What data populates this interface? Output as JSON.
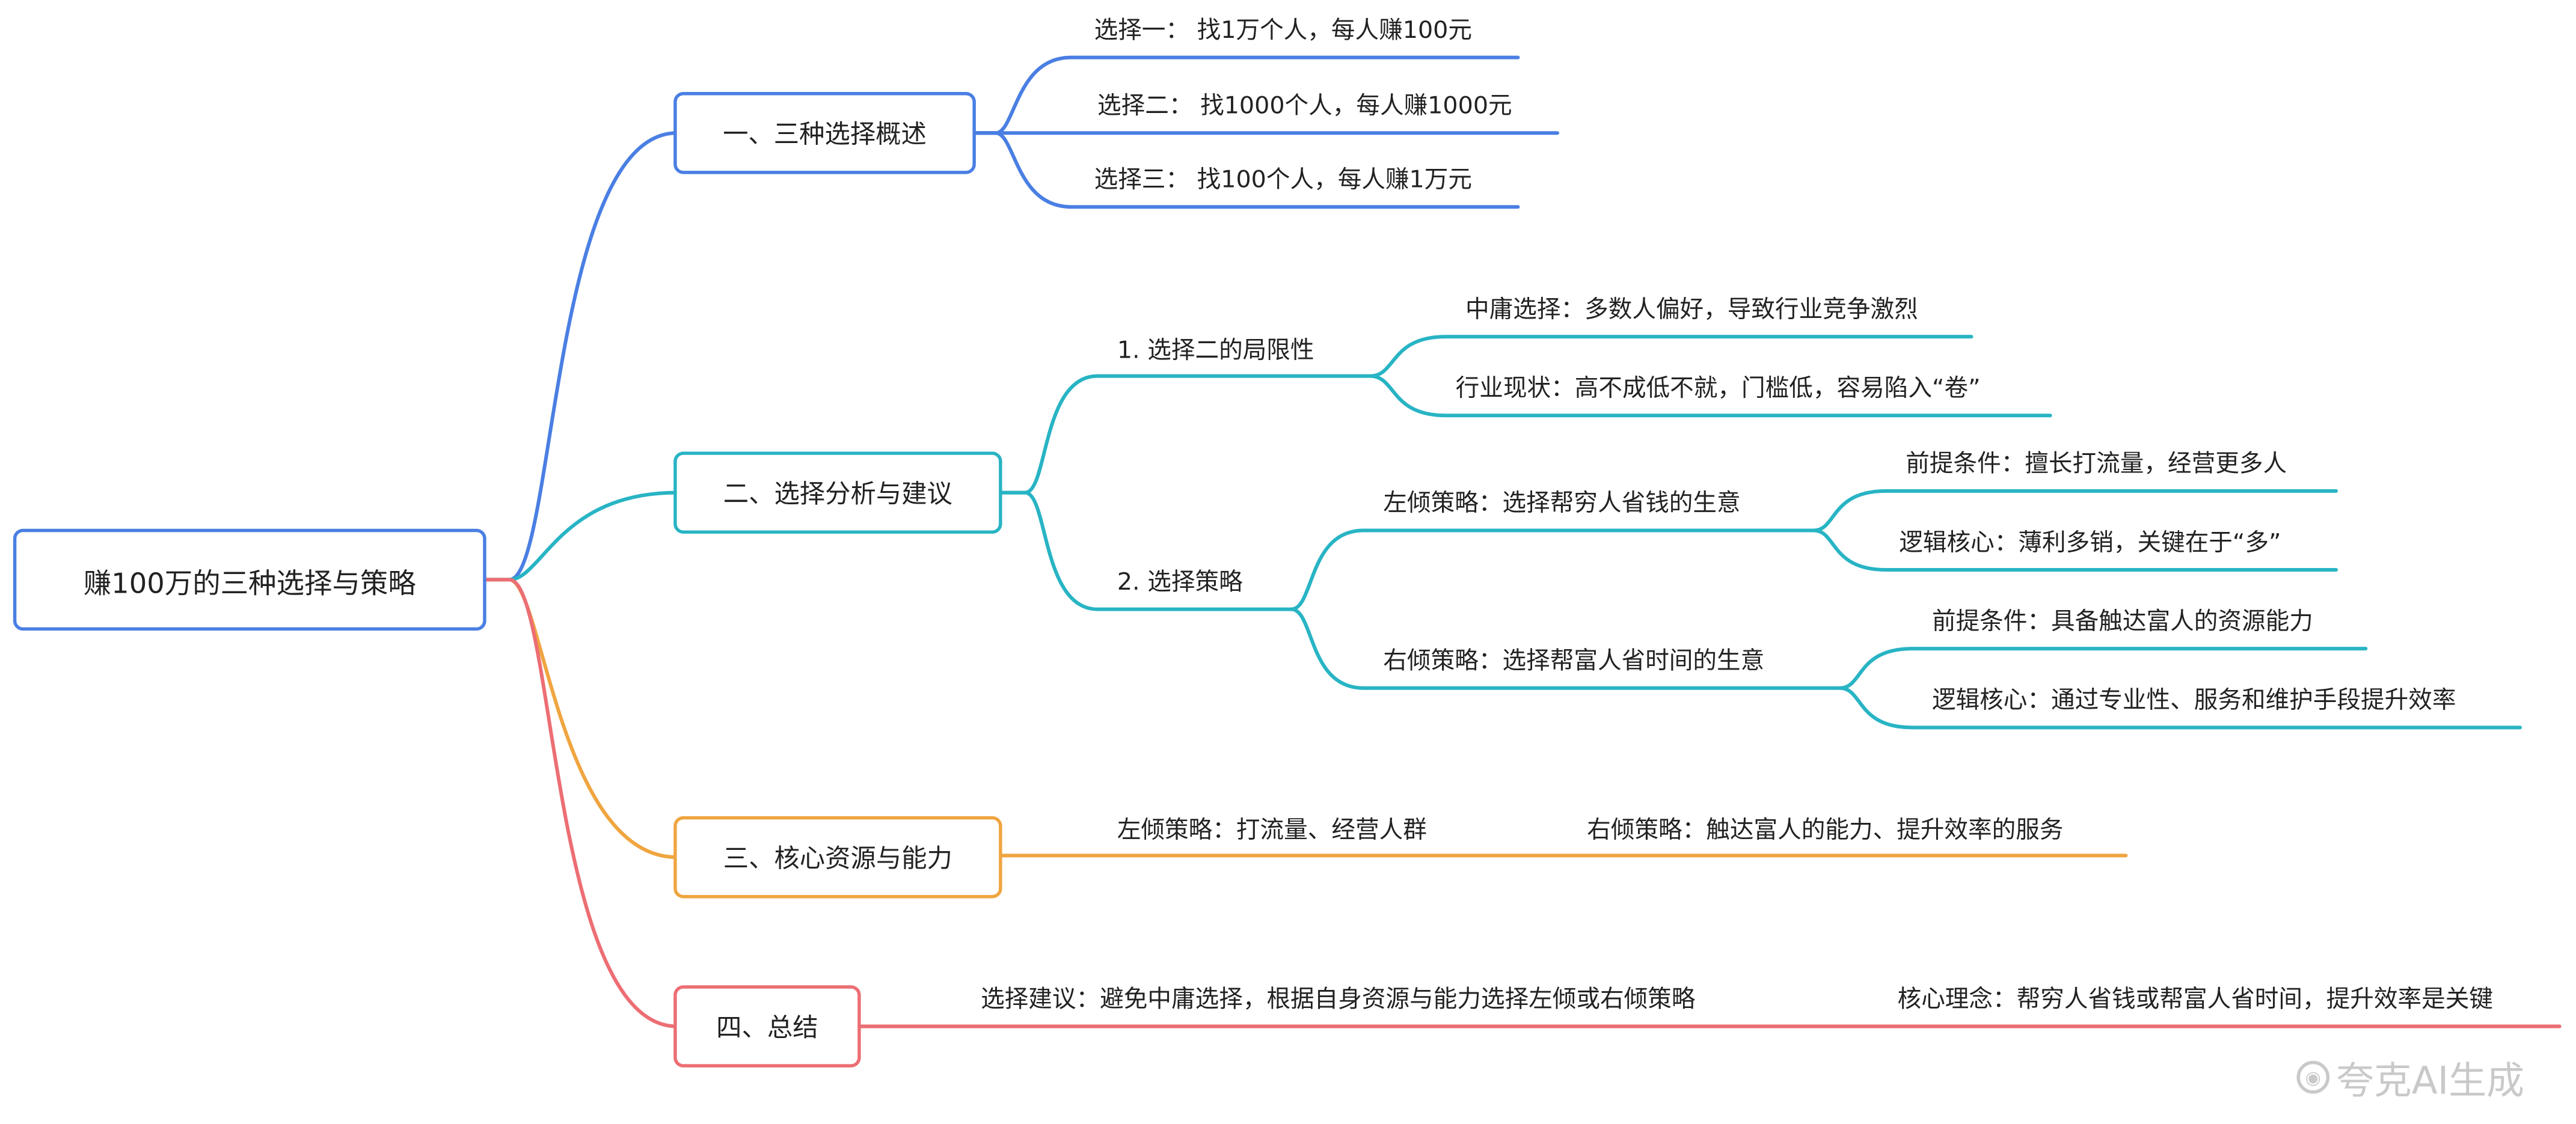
{
  "colors": {
    "blue": "#4a7fe3",
    "teal": "#28b4c4",
    "orange": "#f0a540",
    "red": "#ec6e74"
  },
  "root": {
    "label": "赚100万的三种选择与策略"
  },
  "branch1": {
    "label": "一、三种选择概述",
    "items": [
      "选择一： 找1万个人，每人赚100元",
      "选择二： 找1000个人，每人赚1000元",
      "选择三： 找100个人，每人赚1万元"
    ]
  },
  "branch2": {
    "label": "二、选择分析与建议",
    "sub1": {
      "label": "1. 选择二的局限性",
      "items": [
        "中庸选择：多数人偏好，导致行业竞争激烈",
        "行业现状：高不成低不就，门槛低，容易陷入“卷”"
      ]
    },
    "sub2": {
      "label": "2. 选择策略",
      "left": {
        "label": "左倾策略：选择帮穷人省钱的生意",
        "items": [
          "前提条件：擅长打流量，经营更多人",
          "逻辑核心：薄利多销，关键在于“多”"
        ]
      },
      "right": {
        "label": "右倾策略：选择帮富人省时间的生意",
        "items": [
          "前提条件：具备触达富人的资源能力",
          "逻辑核心：通过专业性、服务和维护手段提升效率"
        ]
      }
    }
  },
  "branch3": {
    "label": "三、核心资源与能力",
    "items": [
      "左倾策略：打流量、经营人群",
      "右倾策略：触达富人的能力、提升效率的服务"
    ]
  },
  "branch4": {
    "label": "四、总结",
    "items": [
      "选择建议：避免中庸选择，根据自身资源与能力选择左倾或右倾策略",
      "核心理念：帮穷人省钱或帮富人省时间，提升效率是关键"
    ]
  },
  "watermark": {
    "text": "夸克AI生成"
  }
}
